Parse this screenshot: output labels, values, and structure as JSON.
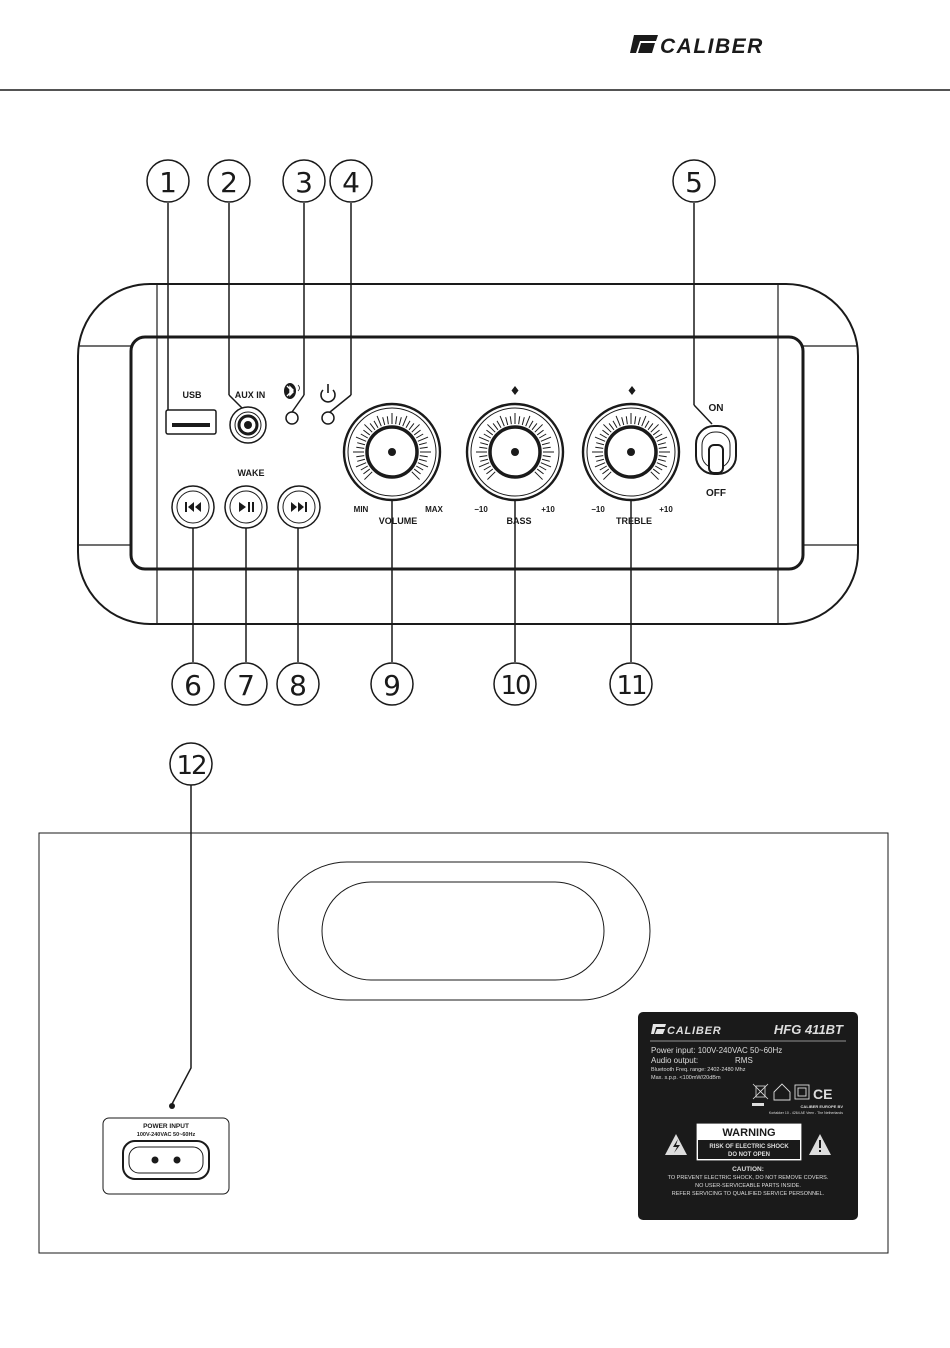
{
  "brand": {
    "name": "CALIBER"
  },
  "callouts": [
    "1",
    "2",
    "3",
    "4",
    "5",
    "6",
    "7",
    "8",
    "9",
    "10",
    "11",
    "12"
  ],
  "front_panel": {
    "usb": "USB",
    "aux_in": "AUX IN",
    "wake": "WAKE",
    "switch_on": "ON",
    "switch_off": "OFF",
    "volume": {
      "name": "VOLUME",
      "min": "MIN",
      "max": "MAX"
    },
    "bass": {
      "name": "BASS",
      "min": "−10",
      "max": "+10"
    },
    "treble": {
      "name": "TREBLE",
      "min": "−10",
      "max": "+10"
    }
  },
  "power_input": {
    "title": "POWER INPUT",
    "rating": "100V-240VAC 50~60Hz"
  },
  "rating_label": {
    "brand": "CALIBER",
    "model": "HFG 411BT",
    "power_input": "Power input: 100V-240VAC 50~60Hz",
    "audio_output_label": "Audio output:",
    "audio_output_value": "RMS",
    "bt_freq": "Bluetooth Freq. range: 2402-2480 Mhz",
    "max_spl": "Max. s.p.p. <100mW/20dBm",
    "ce_mark": "CE",
    "company": "CALIBER EUROPE BV",
    "address": "Kortakker 10 - 4264 AE Veen - The Netherlands",
    "warning_title": "WARNING",
    "warning_line1": "RISK OF ELECTRIC SHOCK",
    "warning_line2": "DO NOT OPEN",
    "caution_title": "CAUTION:",
    "caution_line1": "TO PREVENT ELECTRIC SHOCK, DO NOT REMOVE COVERS.",
    "caution_line2": "NO USER-SERVICEABLE PARTS INSIDE.",
    "caution_line3": "REFER SERVICING TO QUALIFIED SERVICE PERSONNEL."
  }
}
